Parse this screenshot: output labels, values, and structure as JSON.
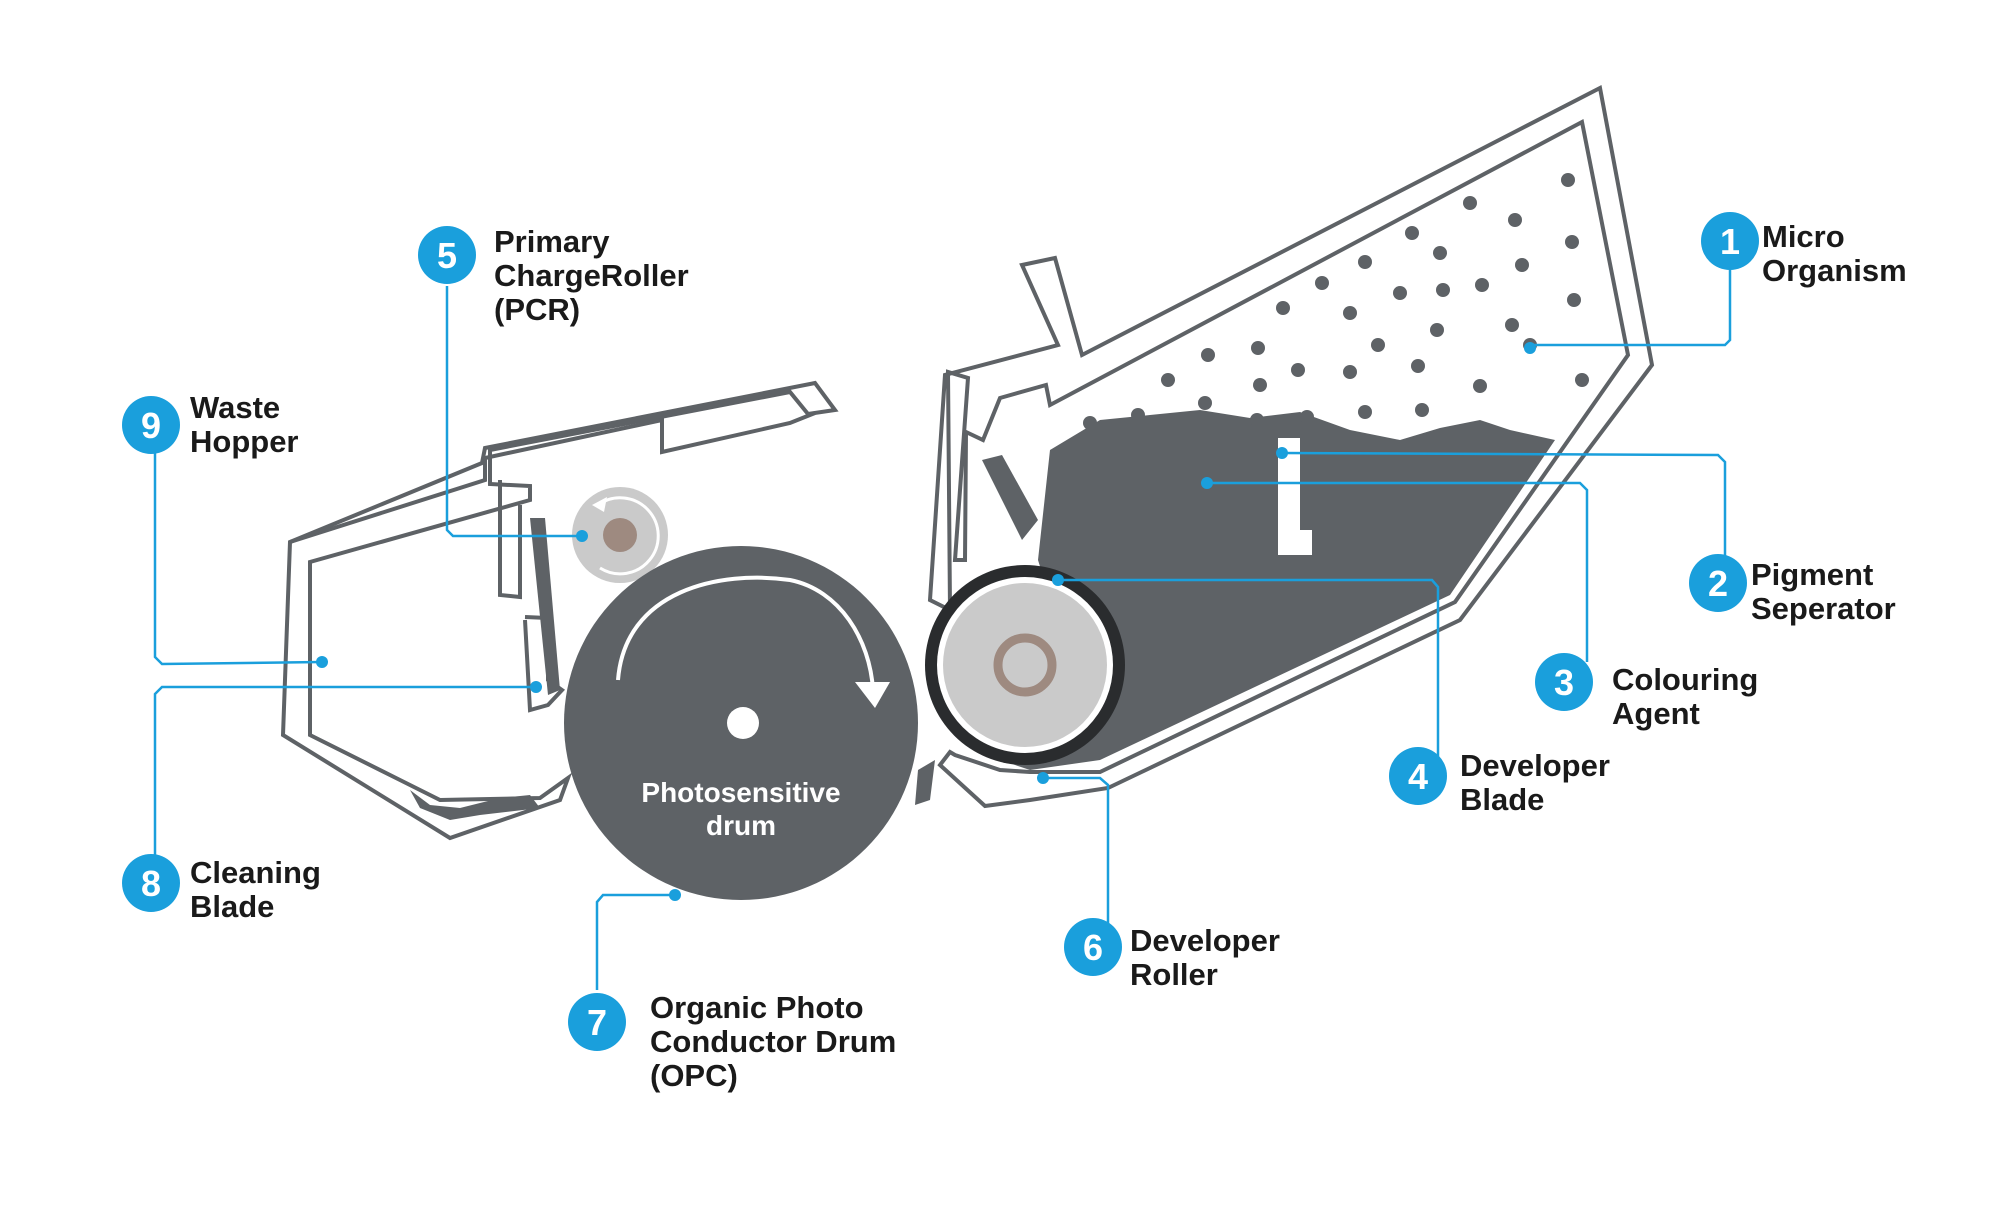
{
  "colors": {
    "accent": "#1a9fdc",
    "body": "#5e6266",
    "roller_light": "#cacaca",
    "text": "#1a1a1a"
  },
  "drum_label": [
    "Photosensitive",
    "drum"
  ],
  "callouts": [
    {
      "num": "1",
      "lines": [
        "Micro",
        "Organism"
      ]
    },
    {
      "num": "2",
      "lines": [
        "Pigment",
        "Seperator"
      ]
    },
    {
      "num": "3",
      "lines": [
        "Colouring",
        "Agent"
      ]
    },
    {
      "num": "4",
      "lines": [
        "Developer",
        "Blade"
      ]
    },
    {
      "num": "5",
      "lines": [
        "Primary",
        "ChargeRoller",
        "(PCR)"
      ]
    },
    {
      "num": "6",
      "lines": [
        "Developer",
        "Roller"
      ]
    },
    {
      "num": "7",
      "lines": [
        "Organic Photo",
        "Conductor Drum",
        "(OPC)"
      ]
    },
    {
      "num": "8",
      "lines": [
        "Cleaning",
        "Blade"
      ]
    },
    {
      "num": "9",
      "lines": [
        "Waste",
        "Hopper"
      ]
    }
  ]
}
